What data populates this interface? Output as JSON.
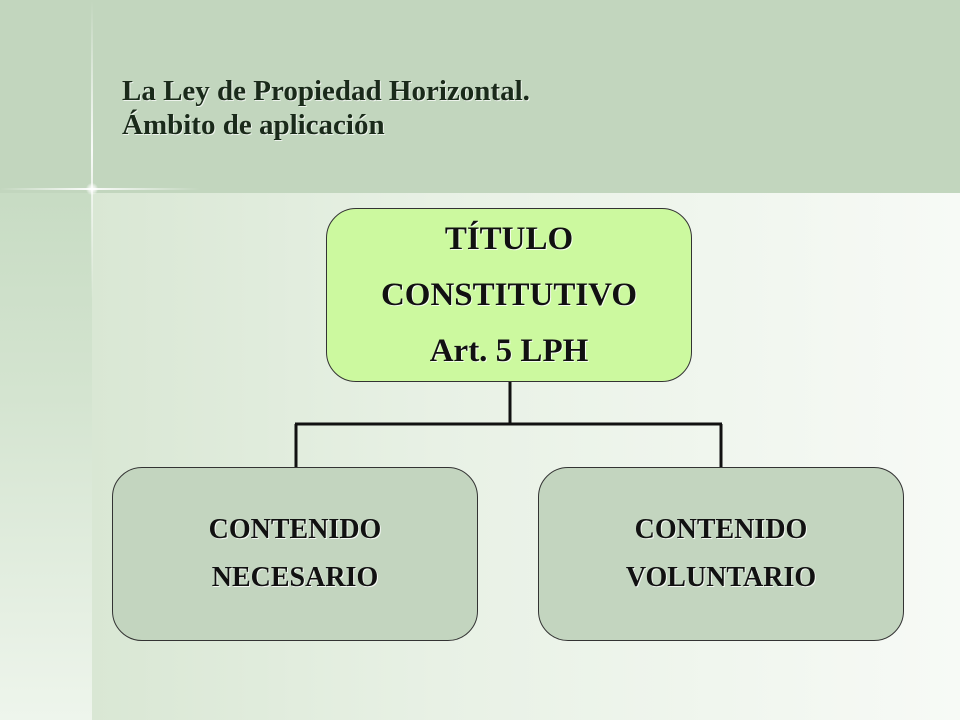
{
  "slide": {
    "title_line1": "La Ley de Propiedad Horizontal.",
    "title_line2": "Ámbito de aplicación"
  },
  "diagram": {
    "root": {
      "line1": "TÍTULO",
      "line2": "CONSTITUTIVO",
      "line3": "Art. 5 LPH"
    },
    "children": [
      {
        "line1": "CONTENIDO",
        "line2": "NECESARIO"
      },
      {
        "line1": "CONTENIDO",
        "line2": "VOLUNTARIO"
      }
    ]
  },
  "colors": {
    "root_fill": "#ccf99f",
    "child_fill": "#c3d5bf",
    "band": "#c2d6be",
    "connector": "#111111"
  }
}
